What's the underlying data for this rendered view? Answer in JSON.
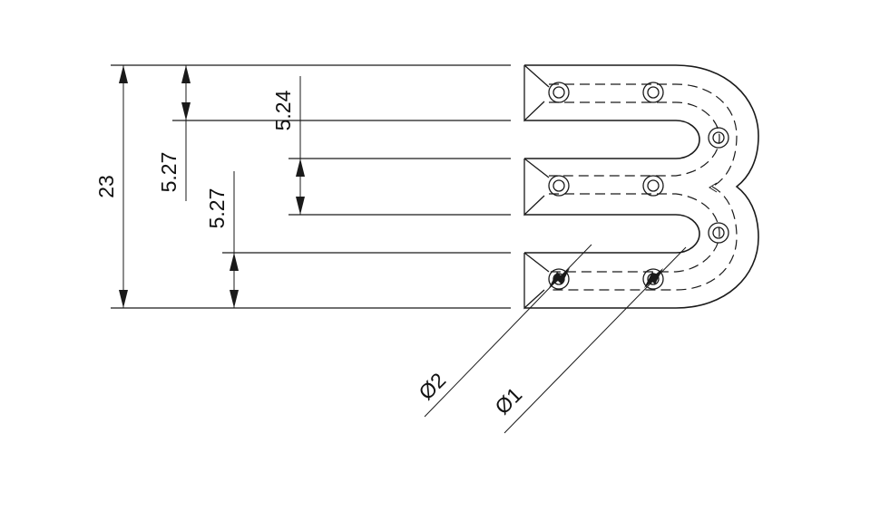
{
  "dimensions": {
    "overall_height": "23",
    "pitch_1": "5.27",
    "pitch_2": "5.27",
    "gap": "5.24",
    "hole_outer": "Ø2",
    "hole_inner": "Ø1"
  },
  "colors": {
    "line": "#1a1a1a",
    "background": "#ffffff"
  }
}
